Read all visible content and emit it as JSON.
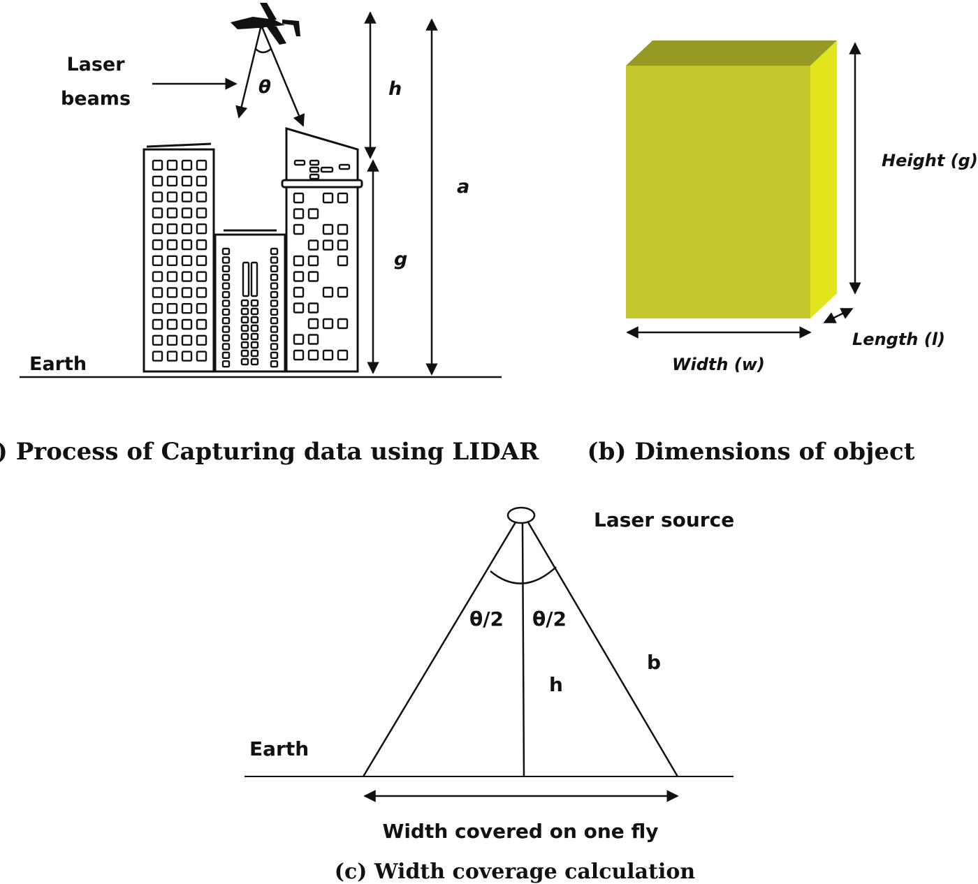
{
  "panel_a": {
    "laser_line1": "Laser",
    "laser_line2": "beams",
    "theta": "θ",
    "h": "h",
    "g": "g",
    "a": "a",
    "earth": "Earth",
    "caption": "(a) Process of Capturing data using LIDAR"
  },
  "panel_b": {
    "height": "Height (g)",
    "length": "Length (l)",
    "width": "Width (w)",
    "caption": "(b) Dimensions of object",
    "colors": {
      "front": "#c5c92e",
      "top": "#959a24",
      "side": "#e2e41c"
    }
  },
  "panel_c": {
    "source": "Laser source",
    "half_left": "θ/2",
    "half_right": "θ/2",
    "h": "h",
    "b": "b",
    "earth": "Earth",
    "width_label": "Width covered on one fly",
    "caption": "(c) Width coverage calculation"
  }
}
